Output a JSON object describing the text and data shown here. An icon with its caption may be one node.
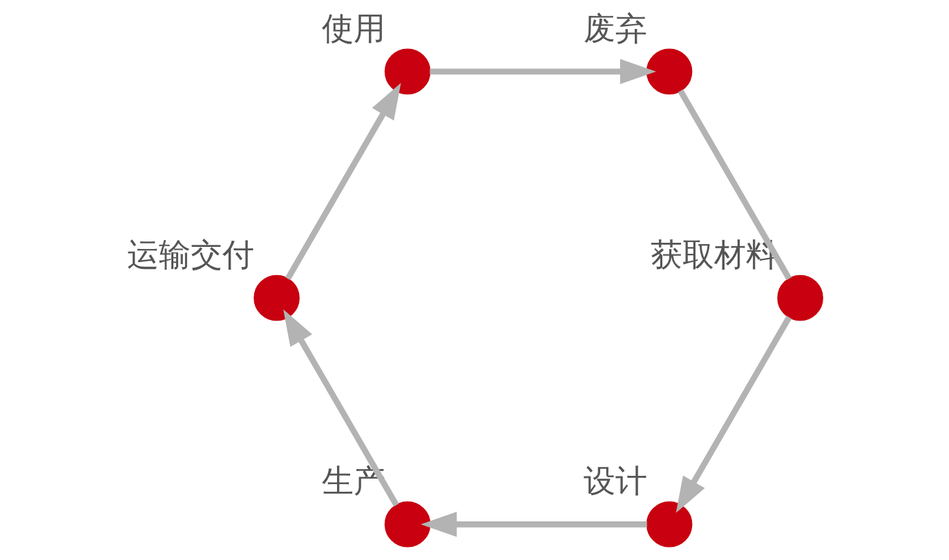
{
  "diagram": {
    "nodes": [
      {
        "text": [],
        "shape": "circle",
        "beside": [
          "设计"
        ]
      },
      {
        "text": [],
        "shape": "circle",
        "beside": [
          "获取材料"
        ]
      },
      {
        "text": [],
        "shape": "circle",
        "beside": [
          "生产"
        ]
      },
      {
        "text": [],
        "shape": "circle",
        "beside": [
          "废弃"
        ]
      },
      {
        "text": [],
        "shape": "circle",
        "beside": [
          "运输交付"
        ]
      },
      {
        "text": [],
        "shape": "circle",
        "beside": [
          "使用"
        ]
      }
    ],
    "edges": [
      {
        "from": 0,
        "to": 2,
        "arrow": "to"
      },
      {
        "from": 2,
        "to": 4,
        "arrow": "to"
      },
      {
        "from": 4,
        "to": 5,
        "arrow": "to"
      },
      {
        "from": 5,
        "to": 3,
        "arrow": "to"
      },
      {
        "from": 3,
        "to": 1,
        "arrow": "none"
      },
      {
        "from": 1,
        "to": 0,
        "arrow": "to"
      }
    ]
  }
}
